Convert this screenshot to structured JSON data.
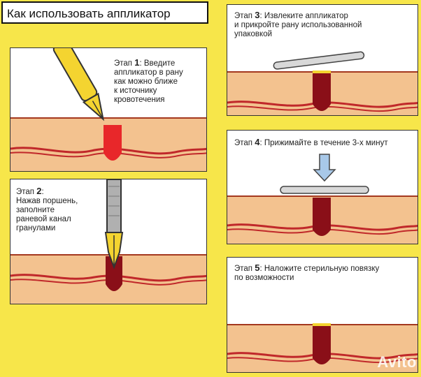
{
  "title": "Как использовать аппликатор",
  "steps": [
    {
      "label": "Этап",
      "num": "1",
      "text_lines": [
        ": Введите",
        "аппликатор в рану",
        "как можно ближе",
        "к источнику",
        "кровотечения"
      ]
    },
    {
      "label": "Этап",
      "num": "2",
      "text_lines": [
        ":",
        "Нажав поршень,",
        "заполните",
        "раневой канал",
        "гранулами"
      ]
    },
    {
      "label": "Этап",
      "num": "3",
      "text_lines": [
        ": Извлеките аппликатор",
        "и прикройте рану использованной",
        "упаковкой"
      ]
    },
    {
      "label": "Этап",
      "num": "4",
      "text_lines": [
        ": Прижимайте в течение 3-х минут"
      ]
    },
    {
      "label": "Этап",
      "num": "5",
      "text_lines": [
        ": Наложите стерильную повязку",
        "по возможности"
      ]
    }
  ],
  "watermark": "Avito",
  "colors": {
    "background": "#f7e64a",
    "skin": "#f3c28f",
    "vein": "#c0282a",
    "wound_fresh": "#e8272a",
    "wound_dark": "#8a0f18",
    "applicator": "#f4d430",
    "arrow": "#a8c8e8"
  }
}
